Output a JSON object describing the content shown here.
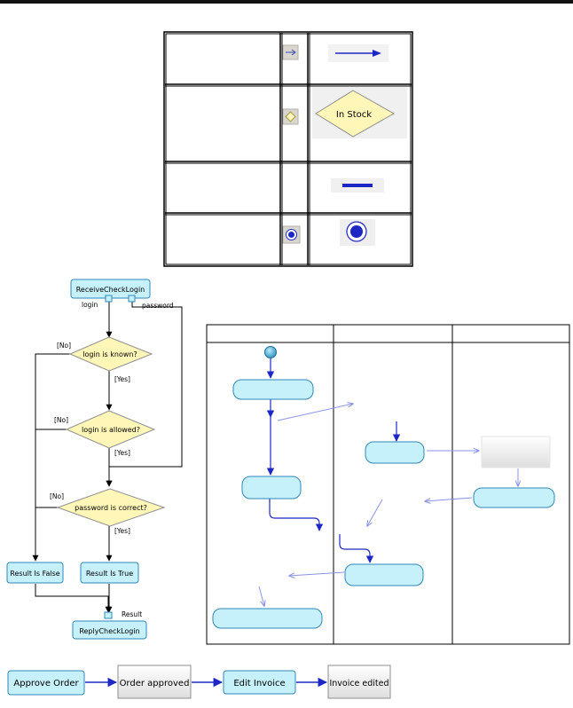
{
  "legend_table": {
    "rows": [
      {
        "name": "",
        "icon": "flow-arrow-icon",
        "symbol": "arrow"
      },
      {
        "name": "",
        "icon": "decision-diamond-icon",
        "symbol": "decision",
        "symbol_text": "In Stock"
      },
      {
        "name": "",
        "icon": "",
        "symbol": "sync-bar"
      },
      {
        "name": "",
        "icon": "end-node-icon",
        "symbol": "end"
      }
    ]
  },
  "flowchart": {
    "start_activity": "ReceiveCheckLogin",
    "port_labels": {
      "login": "login",
      "password": "password",
      "result": "Result"
    },
    "decisions": [
      "login is known?",
      "login is allowed?",
      "password is correct?"
    ],
    "guard_yes": "[Yes]",
    "guard_no": "[No]",
    "result_false": "Result Is False",
    "result_true": "Result Is True",
    "end_activity": "ReplyCheckLogin"
  },
  "swimlane": {
    "lane_headers": [
      "",
      "",
      ""
    ]
  },
  "process_chain": {
    "steps": [
      {
        "label": "Approve Order",
        "kind": "activity"
      },
      {
        "label": "Order approved",
        "kind": "state"
      },
      {
        "label": "Edit Invoice",
        "kind": "activity"
      },
      {
        "label": "Invoice edited",
        "kind": "state"
      }
    ]
  },
  "colors": {
    "activity_fill": "#c6f1fb",
    "activity_stroke": "#2f86b8",
    "decision_fill": "#fff6b8",
    "decision_stroke": "#8f8f8f",
    "flow_line": "#1d28c4",
    "light_flow": "#8a93e8",
    "table_border": "#000000"
  }
}
